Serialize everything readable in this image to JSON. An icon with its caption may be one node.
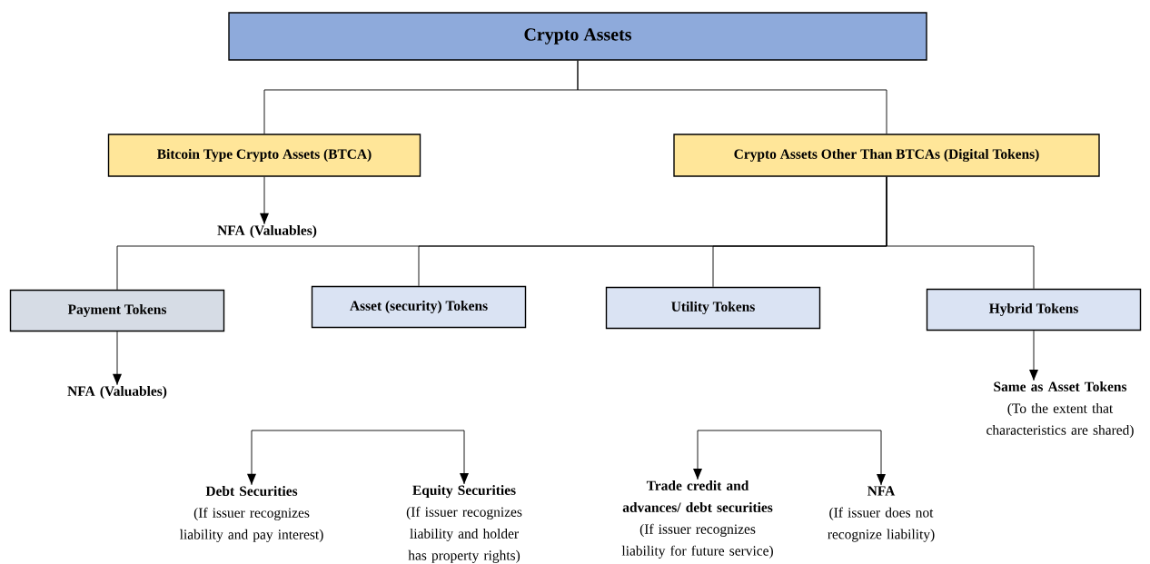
{
  "diagram": {
    "nodes": [
      {
        "text": [
          "Crypto Assets"
        ]
      },
      {
        "text": [
          "Bitcoin Type Crypto Assets (BTCA)"
        ]
      },
      {
        "text": [
          "Crypto Assets Other Than BTCAs (Digital Tokens)"
        ]
      },
      {
        "text": [
          "NFA (Valuables)"
        ]
      },
      {
        "text": [
          "Payment Tokens"
        ]
      },
      {
        "text": [
          "Asset (security) Tokens"
        ]
      },
      {
        "text": [
          "Utility Tokens"
        ]
      },
      {
        "text": [
          "Hybrid Tokens"
        ]
      },
      {
        "text": [
          "NFA (Valuables)"
        ]
      },
      {
        "text": [
          "Debt Securities",
          "(If issuer recognizes liability and pay interest)"
        ]
      },
      {
        "text": [
          "Equity Securities",
          "(If issuer recognizes liability and holder has property rights)"
        ]
      },
      {
        "text": [
          "Trade credit and advances/ debt securities",
          "(If issuer recognizes liability for future service)"
        ]
      },
      {
        "text": [
          "NFA",
          "(If issuer does not recognize liability)"
        ]
      },
      {
        "text": [
          "Same as Asset Tokens",
          "(To the extent that characteristics are shared)"
        ]
      }
    ],
    "edges": [
      {
        "from": 0,
        "to": 1,
        "arrow": "none"
      },
      {
        "from": 0,
        "to": 2,
        "arrow": "none"
      },
      {
        "from": 1,
        "to": 3,
        "arrow": "to"
      },
      {
        "from": 2,
        "to": 4,
        "arrow": "none"
      },
      {
        "from": 2,
        "to": 5,
        "arrow": "none"
      },
      {
        "from": 2,
        "to": 6,
        "arrow": "none"
      },
      {
        "from": 2,
        "to": 7,
        "arrow": "none"
      },
      {
        "from": 4,
        "to": 8,
        "arrow": "to"
      },
      {
        "from": null,
        "to": 9,
        "arrow": "to"
      },
      {
        "from": null,
        "to": 10,
        "arrow": "to"
      },
      {
        "from": null,
        "to": 11,
        "arrow": "to"
      },
      {
        "from": null,
        "to": 12,
        "arrow": "to"
      },
      {
        "from": 7,
        "to": 13,
        "arrow": "to"
      }
    ]
  }
}
